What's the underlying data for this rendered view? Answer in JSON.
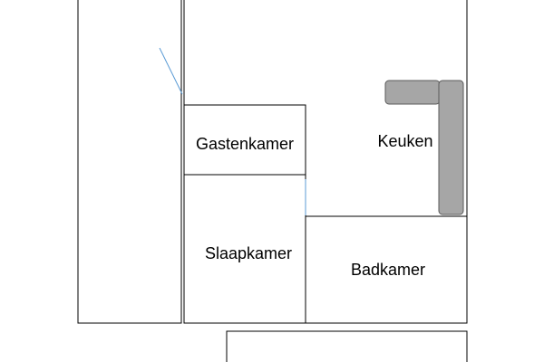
{
  "rooms": {
    "gastenkamer": "Gastenkamer",
    "keuken": "Keuken",
    "slaapkamer": "Slaapkamer",
    "badkamer": "Badkamer"
  },
  "colors": {
    "wall": "#000000",
    "counter_fill": "#a6a6a6",
    "counter_stroke": "#595959",
    "door_line": "#5b9bd5",
    "background": "#ffffff"
  }
}
